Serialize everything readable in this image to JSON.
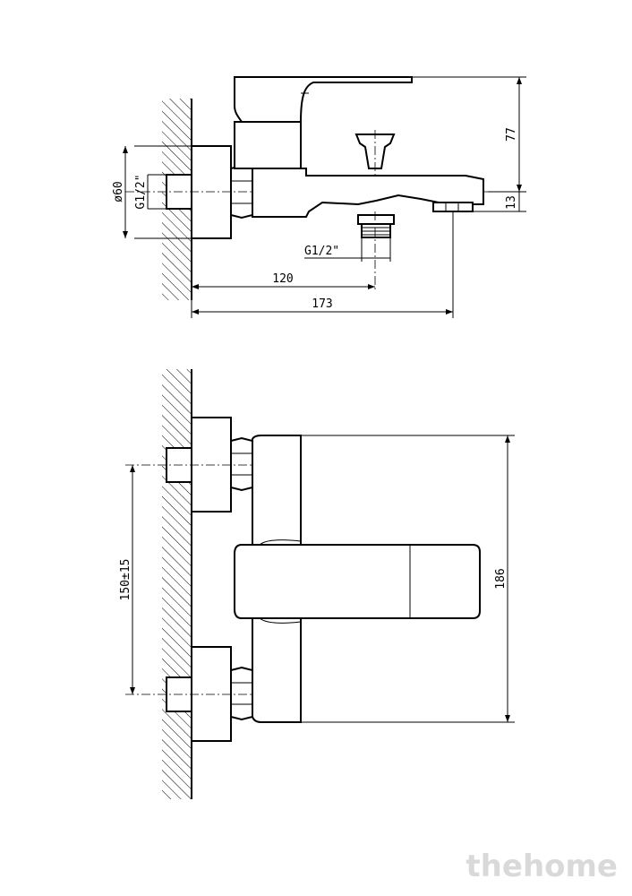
{
  "side_view": {
    "dim_height": "77",
    "dim_spout": "13",
    "dim_diameter": "ø60",
    "thread_inlet": "G1/2\"",
    "thread_outlet": "G1/2\"",
    "dim_outlet_distance": "120",
    "dim_total_length": "173"
  },
  "front_view": {
    "dim_centers": "150±15",
    "dim_height": "186"
  },
  "watermark": "thehome"
}
